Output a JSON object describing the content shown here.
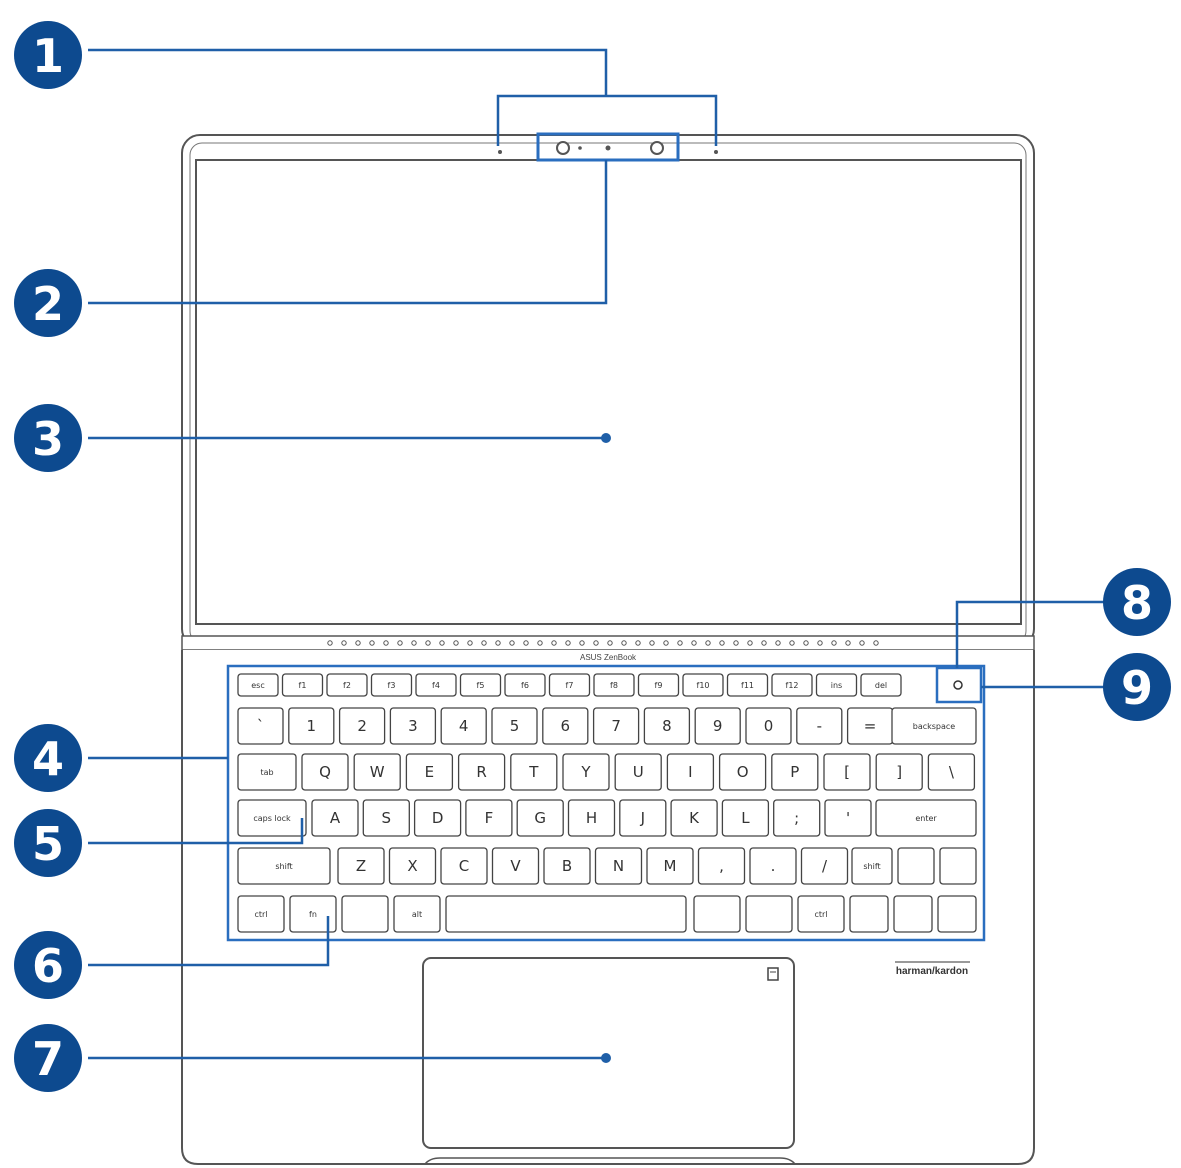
{
  "callouts": [
    {
      "id": 1,
      "label": "1"
    },
    {
      "id": 2,
      "label": "2"
    },
    {
      "id": 3,
      "label": "3"
    },
    {
      "id": 4,
      "label": "4"
    },
    {
      "id": 5,
      "label": "5"
    },
    {
      "id": 6,
      "label": "6"
    },
    {
      "id": 7,
      "label": "7"
    },
    {
      "id": 8,
      "label": "8"
    },
    {
      "id": 9,
      "label": "9"
    }
  ],
  "brand_label": "ASUS ZenBook",
  "audio_brand": "harman/kardon",
  "keyboard": {
    "fn_row": [
      "esc",
      "f1",
      "f2",
      "f3",
      "f4",
      "f5",
      "f6",
      "f7",
      "f8",
      "f9",
      "f10",
      "f11",
      "f12",
      "ins",
      "del"
    ],
    "number_row": [
      "`",
      "1",
      "2",
      "3",
      "4",
      "5",
      "6",
      "7",
      "8",
      "9",
      "0",
      "-",
      "="
    ],
    "number_row_shift": [
      "~",
      "!",
      "@",
      "#",
      "$",
      "%",
      "^",
      "&",
      "*",
      "(",
      ")",
      "_",
      "+"
    ],
    "backspace": "backspace",
    "tab": "tab",
    "qwerty_row": [
      "Q",
      "W",
      "E",
      "R",
      "T",
      "Y",
      "U",
      "I",
      "O",
      "P",
      "[",
      "]",
      "\\"
    ],
    "caps": "caps lock",
    "home_row": [
      "A",
      "S",
      "D",
      "F",
      "G",
      "H",
      "J",
      "K",
      "L",
      ";",
      "'"
    ],
    "enter": "enter",
    "shift_left": "shift",
    "bottom_letter_row": [
      "Z",
      "X",
      "C",
      "V",
      "B",
      "N",
      "M",
      ",",
      ".",
      "/"
    ],
    "shift_right": "shift",
    "ctrl_left": "ctrl",
    "fn": "fn",
    "alt_left": "alt",
    "ctrl_right": "ctrl"
  },
  "colors": {
    "callout_fill": "#0d4a8f",
    "leader_line": "#1f5fa8",
    "outline": "#555555",
    "highlight": "#2a6ebf"
  }
}
